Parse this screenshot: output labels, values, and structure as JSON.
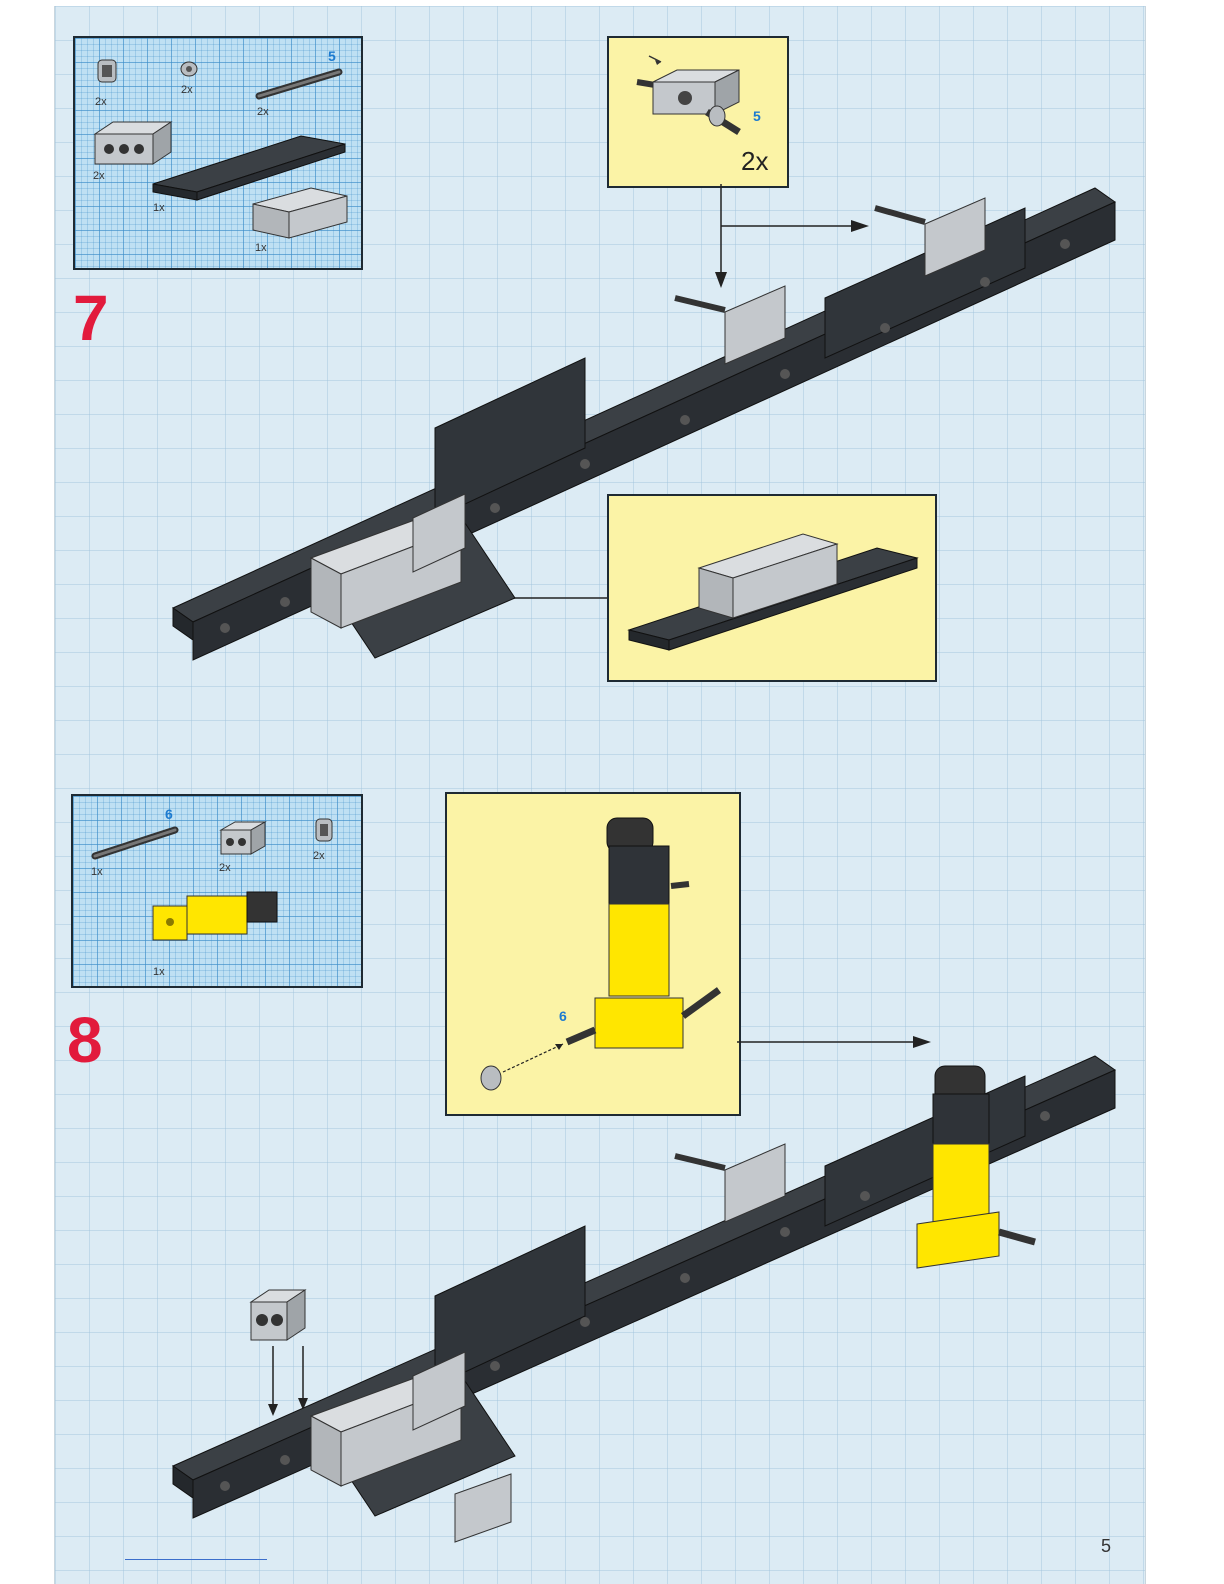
{
  "steps": [
    {
      "number": "7",
      "parts": [
        {
          "name": "bush",
          "qty": "2x"
        },
        {
          "name": "half-bush",
          "qty": "2x"
        },
        {
          "name": "axle",
          "qty": "2x",
          "length": "5"
        },
        {
          "name": "technic-brick-1x4",
          "qty": "2x"
        },
        {
          "name": "plate-2x10",
          "qty": "1x"
        },
        {
          "name": "brick-2x4",
          "qty": "1x"
        }
      ],
      "callout_top": {
        "length": "5",
        "qty": "2x"
      }
    },
    {
      "number": "8",
      "parts": [
        {
          "name": "axle",
          "qty": "1x",
          "length": "6"
        },
        {
          "name": "technic-brick-1x2",
          "qty": "2x"
        },
        {
          "name": "bush",
          "qty": "2x"
        },
        {
          "name": "pneumatic-cylinder",
          "qty": "1x"
        }
      ],
      "callout": {
        "length": "6"
      }
    }
  ],
  "page_number": "5",
  "colors": {
    "step_number": "#e21a3c",
    "axle_length": "#1d7bd0",
    "callout_bg": "#fbf3a6",
    "brick_dark": "#2f3338",
    "brick_light": "#c4c8cc",
    "cylinder": "#ffe600"
  }
}
